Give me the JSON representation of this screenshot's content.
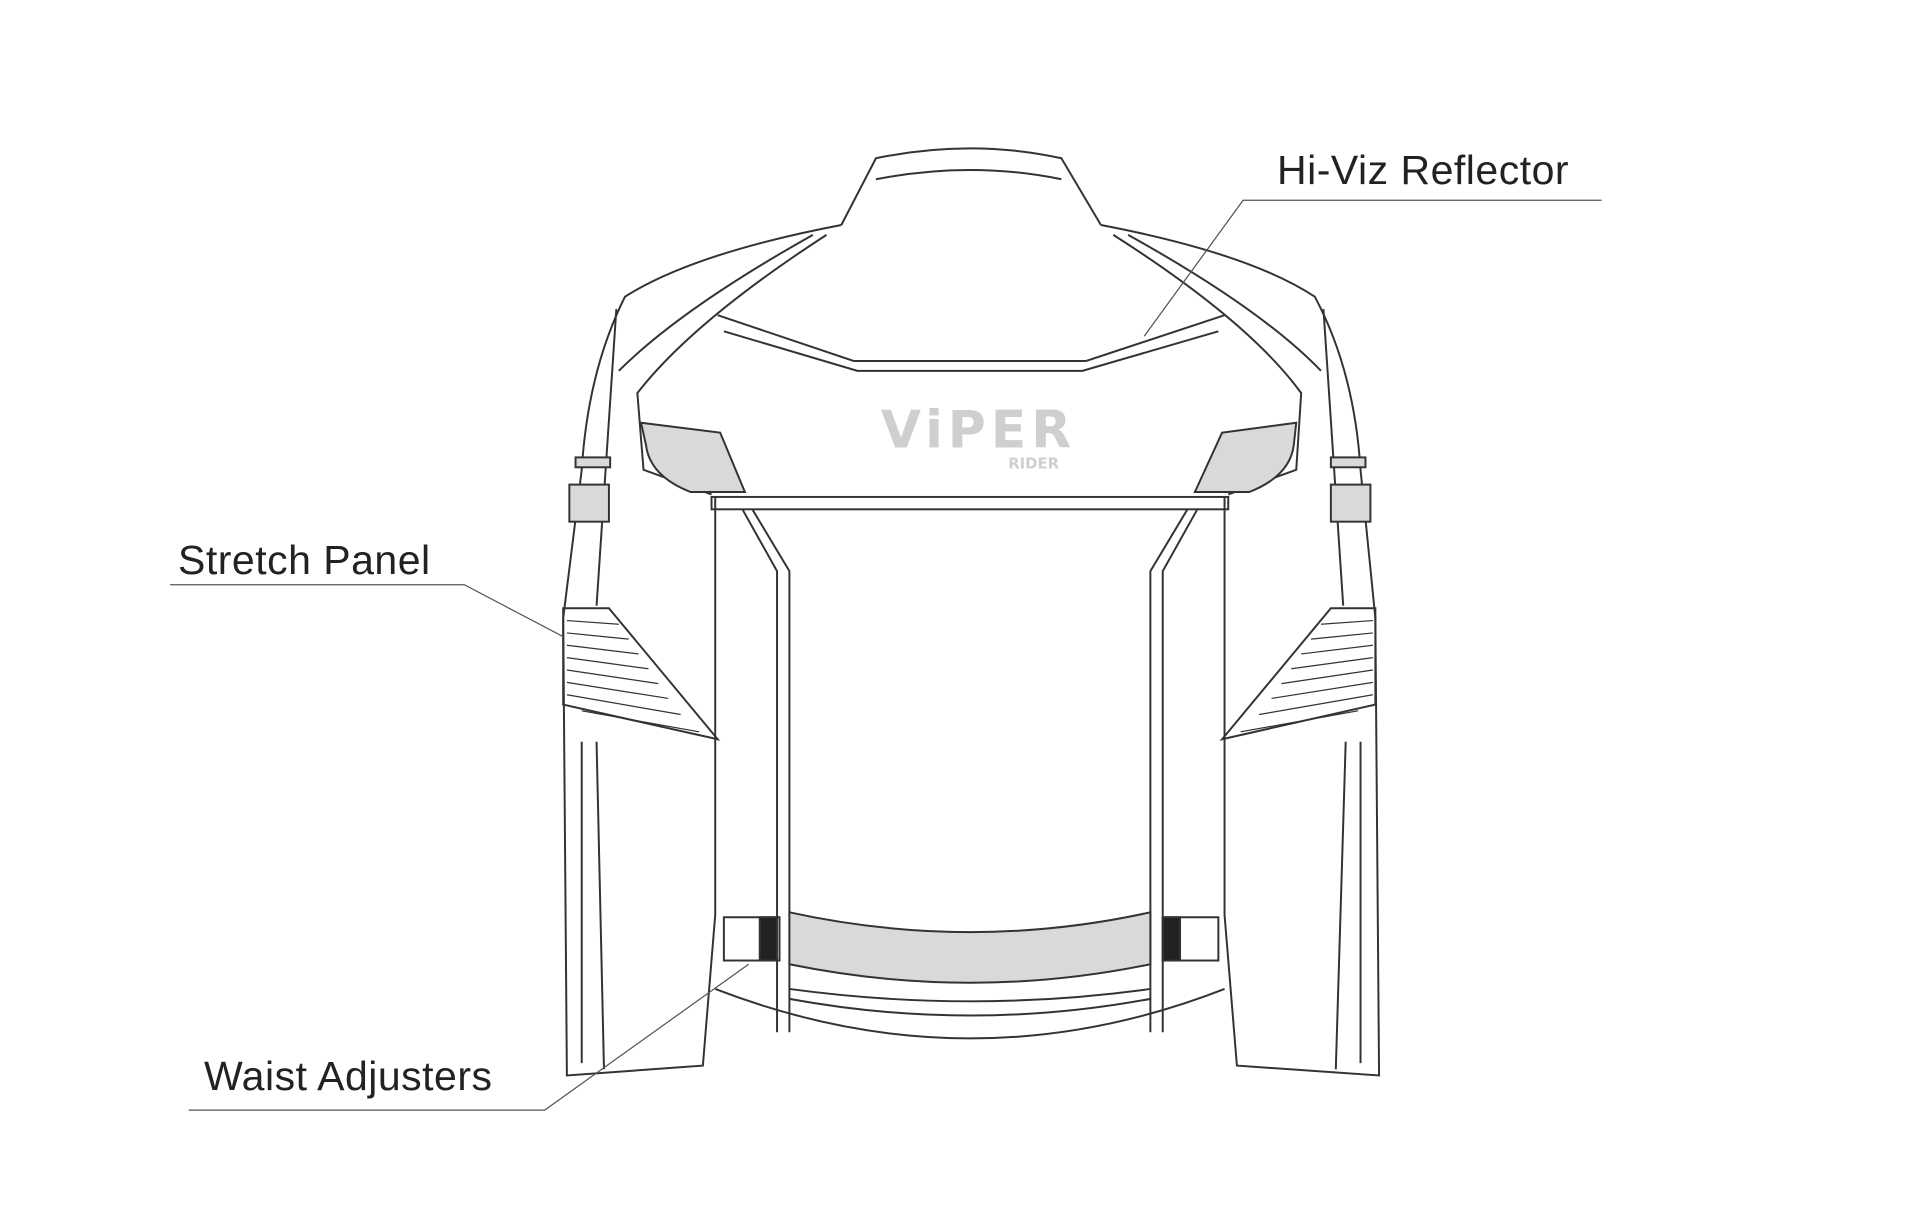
{
  "labels": {
    "hi_viz": "Hi-Viz Reflector",
    "stretch": "Stretch Panel",
    "waist": "Waist Adjusters"
  },
  "logo": {
    "brand": "ViPER",
    "sub": "RIDER"
  },
  "colors": {
    "line": "#333333",
    "reflector": "#d9d9d9",
    "logo": "#cfcfcf"
  }
}
